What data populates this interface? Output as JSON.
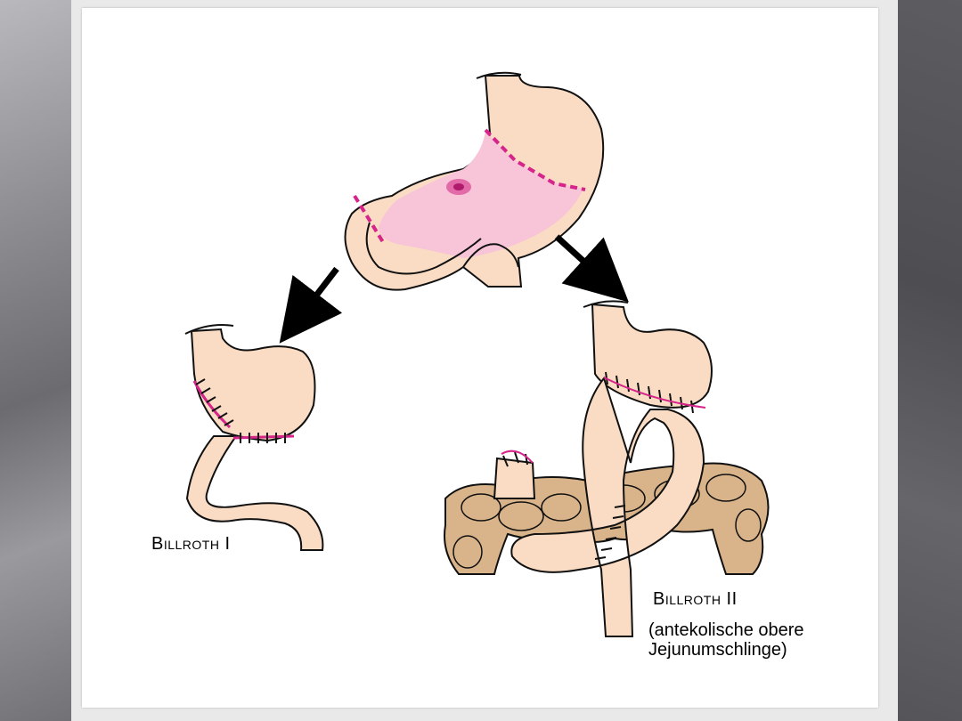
{
  "labels": {
    "billroth_1": "Billroth I",
    "billroth_2": "Billroth II",
    "billroth_2_detail_line1": "(antekolische obere",
    "billroth_2_detail_line2": "Jejunumschlinge)"
  },
  "colors": {
    "skin": "#f9dcc3",
    "stomach_resection_area": "#f7c4d8",
    "resection_line": "#d6248a",
    "colon": "#d9b48a",
    "outline": "#111111",
    "panel": "#ffffff",
    "background": "#6f6f73"
  }
}
